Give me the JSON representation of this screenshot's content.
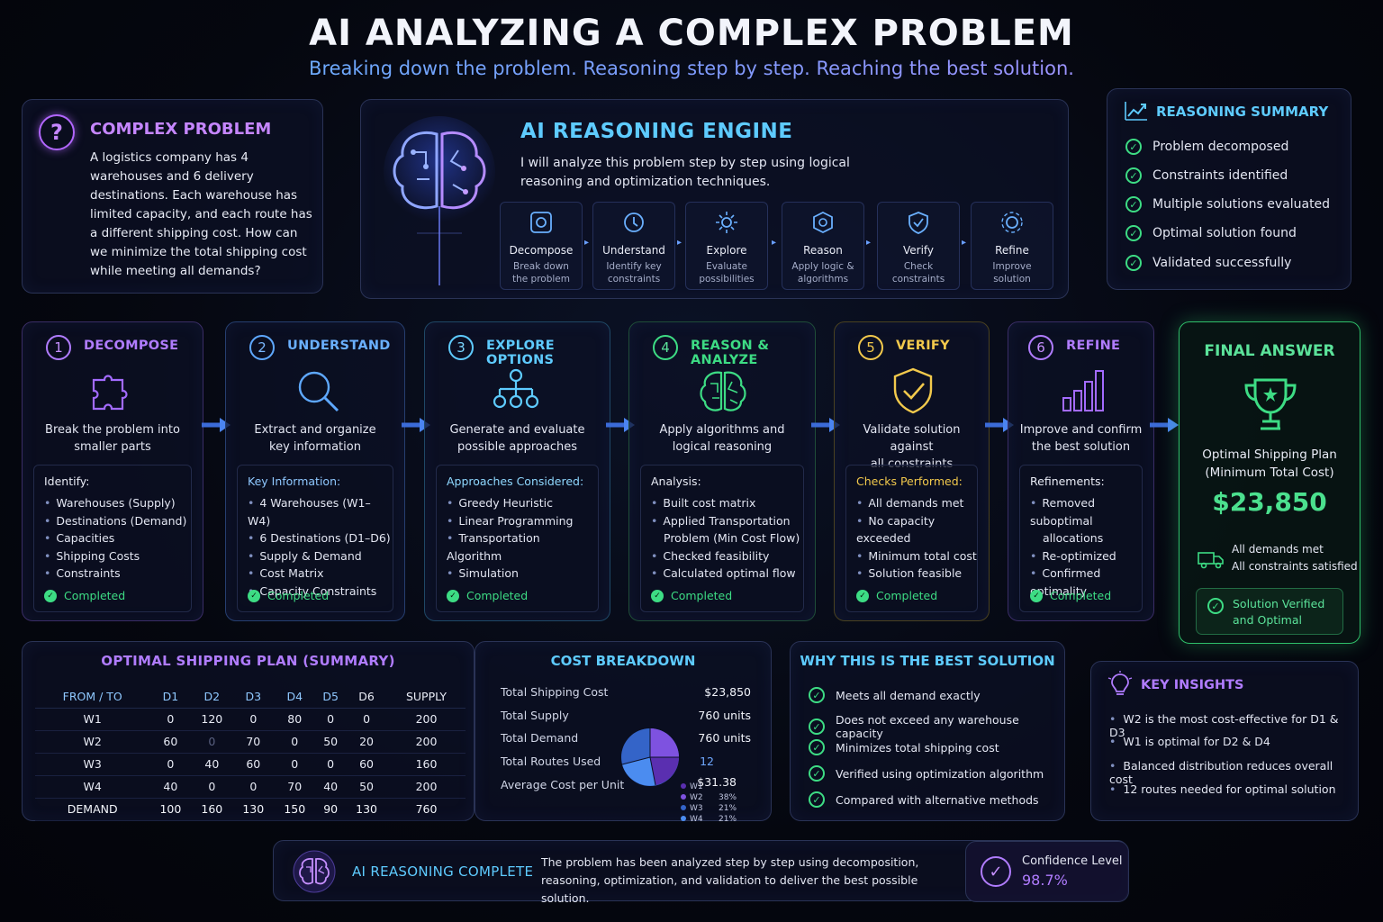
{
  "title": "AI ANALYZING A COMPLEX PROBLEM",
  "subtitle": "Breaking down the problem. Reasoning step by step. Reaching the best solution.",
  "problem": {
    "title": "COMPLEX PROBLEM",
    "text": "A logistics company has 4 warehouses and 6 delivery destinations. Each warehouse has limited capacity, and each route has a different shipping cost. How can we minimize the total shipping cost while meeting all demands?"
  },
  "engine": {
    "title": "AI REASONING ENGINE",
    "text": "I will analyze this problem step by step using logical reasoning and optimization techniques.",
    "steps": [
      {
        "name": "Decompose",
        "desc1": "Break down",
        "desc2": "the problem",
        "icon": "decompose-icon"
      },
      {
        "name": "Understand",
        "desc1": "Identify key",
        "desc2": "constraints",
        "icon": "understand-icon"
      },
      {
        "name": "Explore",
        "desc1": "Evaluate",
        "desc2": "possibilities",
        "icon": "explore-icon"
      },
      {
        "name": "Reason",
        "desc1": "Apply logic &",
        "desc2": "algorithms",
        "icon": "reason-icon"
      },
      {
        "name": "Verify",
        "desc1": "Check",
        "desc2": "constraints",
        "icon": "verify-icon"
      },
      {
        "name": "Refine",
        "desc1": "Improve",
        "desc2": "solution",
        "icon": "refine-icon"
      }
    ]
  },
  "summary": {
    "title": "REASONING SUMMARY",
    "items": [
      "Problem decomposed",
      "Constraints identified",
      "Multiple solutions evaluated",
      "Optimal solution found",
      "Validated successfully"
    ]
  },
  "steps": [
    {
      "num": "1",
      "title": "DECOMPOSE",
      "desc1": "Break the problem into",
      "desc2": "smaller parts",
      "label": "Identify:",
      "items": [
        "Warehouses (Supply)",
        "Destinations (Demand)",
        "Capacities",
        "Shipping Costs",
        "Constraints"
      ],
      "status": "Completed",
      "color": "#b07cff"
    },
    {
      "num": "2",
      "title": "UNDERSTAND",
      "desc1": "Extract and organize",
      "desc2": "key information",
      "label": "Key Information:",
      "items": [
        "4 Warehouses (W1–W4)",
        "6 Destinations (D1–D6)",
        "Supply & Demand",
        "Cost Matrix",
        "Capacity Constraints"
      ],
      "status": "Completed",
      "color": "#5ea8ff"
    },
    {
      "num": "3",
      "title": "EXPLORE OPTIONS",
      "desc1": "Generate and evaluate",
      "desc2": "possible approaches",
      "label": "Approaches Considered:",
      "items": [
        "Greedy Heuristic",
        "Linear Programming",
        "Transportation Algorithm",
        "Simulation"
      ],
      "status": "Completed",
      "color": "#5ecbff"
    },
    {
      "num": "4",
      "title": "REASON & ANALYZE",
      "desc1": "Apply algorithms and",
      "desc2": "logical reasoning",
      "label": "Analysis:",
      "items": [
        "Built cost matrix",
        "Applied Transportation",
        "Problem (Min Cost Flow)",
        "Checked feasibility",
        "Calculated optimal flow"
      ],
      "status": "Completed",
      "color": "#3ddc84"
    },
    {
      "num": "5",
      "title": "VERIFY",
      "desc1": "Validate solution against",
      "desc2": "all constraints",
      "label": "Checks Performed:",
      "items": [
        "All demands met",
        "No capacity exceeded",
        "Minimum total cost",
        "Solution feasible"
      ],
      "status": "Completed",
      "color": "#f2c94c"
    },
    {
      "num": "6",
      "title": "REFINE",
      "desc1": "Improve and confirm",
      "desc2": "the best solution",
      "label": "Refinements:",
      "items": [
        "Removed suboptimal",
        "allocations",
        "Re-optimized",
        "Confirmed optimality"
      ],
      "status": "Completed",
      "color": "#b07cff"
    }
  ],
  "final": {
    "title": "FINAL ANSWER",
    "sub1": "Optimal Shipping Plan",
    "sub2": "(Minimum Total Cost)",
    "cost": "$23,850",
    "note1": "All demands met",
    "note2": "All constraints satisfied",
    "verify1": "Solution Verified",
    "verify2": "and Optimal"
  },
  "plan": {
    "title": "OPTIMAL SHIPPING PLAN (SUMMARY)",
    "headers": [
      "FROM / TO",
      "D1",
      "D2",
      "D3",
      "D4",
      "D5",
      "D6",
      "SUPPLY"
    ],
    "rows": [
      [
        "W1",
        "0",
        "120",
        "0",
        "80",
        "0",
        "0",
        "200"
      ],
      [
        "W2",
        "60",
        "0",
        "70",
        "0",
        "50",
        "20",
        "200"
      ],
      [
        "W3",
        "0",
        "40",
        "60",
        "0",
        "0",
        "60",
        "160"
      ],
      [
        "W4",
        "40",
        "0",
        "0",
        "70",
        "40",
        "50",
        "200"
      ],
      [
        "DEMAND",
        "100",
        "160",
        "130",
        "150",
        "90",
        "130",
        "760"
      ]
    ]
  },
  "cost": {
    "title": "COST BREAKDOWN",
    "rows": [
      {
        "label": "Total Shipping Cost",
        "value": "$23,850"
      },
      {
        "label": "Total Supply",
        "value": "760 units"
      },
      {
        "label": "Total Demand",
        "value": "760 units"
      },
      {
        "label": "Total Routes Used",
        "value": "12"
      },
      {
        "label": "Average Cost per Unit",
        "value": "$31.38"
      }
    ],
    "legend": [
      {
        "name": "W1",
        "value": "",
        "color": "#5a2fb0"
      },
      {
        "name": "W2",
        "value": "38%",
        "color": "#7e52e0"
      },
      {
        "name": "W3",
        "value": "21%",
        "color": "#3464c8"
      },
      {
        "name": "W4",
        "value": "21%",
        "color": "#4b8cf0"
      }
    ]
  },
  "why": {
    "title": "WHY THIS IS THE BEST SOLUTION",
    "items": [
      "Meets all demand exactly",
      "Does not exceed any warehouse capacity",
      "Minimizes total shipping cost",
      "Verified using optimization algorithm",
      "Compared with alternative methods"
    ]
  },
  "insights": {
    "title": "KEY INSIGHTS",
    "items": [
      "W2 is the most cost-effective for D1 & D3",
      "W1 is optimal for D2 & D4",
      "Balanced distribution reduces overall cost",
      "12 routes needed for optimal solution"
    ]
  },
  "bottom": {
    "title": "AI REASONING COMPLETE",
    "text": "The problem has been analyzed step by step using decomposition, reasoning, optimization, and validation to deliver the best possible solution.",
    "confidence_label": "Confidence Level",
    "confidence_value": "98.7%"
  }
}
